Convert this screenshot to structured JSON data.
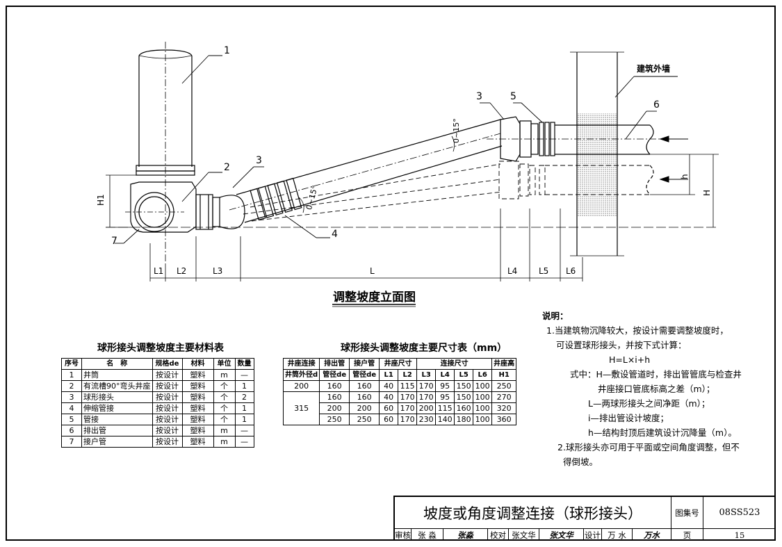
{
  "drawing": {
    "title": "调整坡度立面图",
    "part_labels": [
      "1",
      "2",
      "3",
      "3",
      "4",
      "5",
      "6",
      "7"
    ],
    "wall_label": "建筑外墙",
    "angle_label": "0~15°",
    "dim_labels": {
      "H1": "H1",
      "h": "h",
      "H": "H",
      "L1": "L1",
      "L2": "L2",
      "L3": "L3",
      "L": "L",
      "L4": "L4",
      "L5": "L5",
      "L6": "L6"
    }
  },
  "materials_table": {
    "title": "球形接头调整坡度主要材料表",
    "headers": [
      "序号",
      "名　称",
      "规格de",
      "材料",
      "单位",
      "数量"
    ],
    "rows": [
      [
        "1",
        "井筒",
        "按设计",
        "塑料",
        "m",
        "—"
      ],
      [
        "2",
        "有流槽90°弯头井座",
        "按设计",
        "塑料",
        "个",
        "1"
      ],
      [
        "3",
        "球形接头",
        "按设计",
        "塑料",
        "个",
        "2"
      ],
      [
        "4",
        "伸缩管接",
        "按设计",
        "塑料",
        "个",
        "1"
      ],
      [
        "5",
        "管接",
        "按设计",
        "塑料",
        "个",
        "1"
      ],
      [
        "6",
        "排出管",
        "按设计",
        "塑料",
        "m",
        "—"
      ],
      [
        "7",
        "接户管",
        "按设计",
        "塑料",
        "m",
        "—"
      ]
    ]
  },
  "dims_table": {
    "title": "球形接头调整坡度主要尺寸表（mm）",
    "header1": [
      "井座连接",
      "排出管",
      "接户管",
      "井座尺寸",
      "连接尺寸",
      "井座高"
    ],
    "header2": [
      "井筒外径d",
      "管径de",
      "管径de",
      "L1",
      "L2",
      "L3",
      "L4",
      "L5",
      "L6",
      "H1"
    ],
    "rows": [
      [
        "200",
        "160",
        "160",
        "40",
        "115",
        "170",
        "95",
        "150",
        "100",
        "250"
      ],
      [
        "315",
        "160",
        "160",
        "40",
        "170",
        "170",
        "95",
        "150",
        "100",
        "270"
      ],
      [
        "",
        "200",
        "200",
        "60",
        "170",
        "200",
        "115",
        "160",
        "100",
        "320"
      ],
      [
        "",
        "250",
        "250",
        "60",
        "170",
        "230",
        "140",
        "180",
        "100",
        "360"
      ]
    ]
  },
  "notes": {
    "heading": "说明：",
    "lines": [
      "1.当建筑物沉降较大，按设计需要调整坡度时，",
      "可设置球形接头，并按下式计算：",
      "H=L×i+h",
      "式中：H—敷设管道时，排出管管底与检查井",
      "井座接口管底标高之差（m）；",
      "L—两球形接头之间净距（m）；",
      "i—排出管设计坡度；",
      "h—结构封顶后建筑设计沉降量（m）。",
      "2.球形接头亦可用于平面或空间角度调整，但不",
      "得倒坡。"
    ]
  },
  "title_block": {
    "title": "坡度或角度调整连接（球形接头）",
    "atlas_label": "图集号",
    "atlas_no": "08SS523",
    "review_label": "审核",
    "reviewer": "张 淼",
    "reviewer_sig": "张淼",
    "check_label": "校对",
    "checker": "张文华",
    "checker_sig": "张文华",
    "design_label": "设计",
    "designer": "万 水",
    "designer_sig": "万水",
    "page_label": "页",
    "page_no": "15"
  },
  "colors": {
    "line": "#000000",
    "wall_hatch": "#bbbbbb"
  }
}
